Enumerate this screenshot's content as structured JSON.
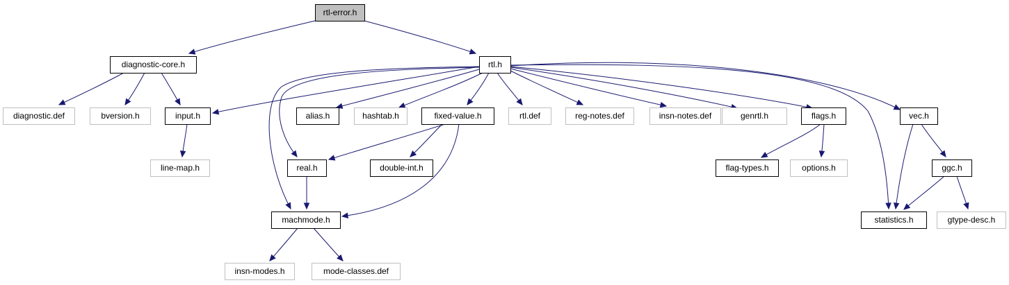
{
  "colors": {
    "edge": "#191970",
    "root_fill": "#bfbfbf",
    "node_fill": "#ffffff",
    "documented_border": "#000000",
    "undocumented_border": "#bfbfbf",
    "text": "#000000"
  },
  "nodes": [
    {
      "id": "rtl-error",
      "label": "rtl-error.h",
      "kind": "root"
    },
    {
      "id": "diagnostic-core",
      "label": "diagnostic-core.h",
      "kind": "documented"
    },
    {
      "id": "rtl",
      "label": "rtl.h",
      "kind": "documented"
    },
    {
      "id": "diagnostic-def",
      "label": "diagnostic.def",
      "kind": "undocumented"
    },
    {
      "id": "bversion",
      "label": "bversion.h",
      "kind": "undocumented"
    },
    {
      "id": "input",
      "label": "input.h",
      "kind": "documented"
    },
    {
      "id": "line-map",
      "label": "line-map.h",
      "kind": "undocumented"
    },
    {
      "id": "alias",
      "label": "alias.h",
      "kind": "documented"
    },
    {
      "id": "hashtab",
      "label": "hashtab.h",
      "kind": "undocumented"
    },
    {
      "id": "fixed-value",
      "label": "fixed-value.h",
      "kind": "documented"
    },
    {
      "id": "rtl-def",
      "label": "rtl.def",
      "kind": "undocumented"
    },
    {
      "id": "reg-notes",
      "label": "reg-notes.def",
      "kind": "undocumented"
    },
    {
      "id": "insn-notes",
      "label": "insn-notes.def",
      "kind": "undocumented"
    },
    {
      "id": "genrtl",
      "label": "genrtl.h",
      "kind": "undocumented"
    },
    {
      "id": "flags",
      "label": "flags.h",
      "kind": "documented"
    },
    {
      "id": "vec",
      "label": "vec.h",
      "kind": "documented"
    },
    {
      "id": "real",
      "label": "real.h",
      "kind": "documented"
    },
    {
      "id": "double-int",
      "label": "double-int.h",
      "kind": "documented"
    },
    {
      "id": "flag-types",
      "label": "flag-types.h",
      "kind": "documented"
    },
    {
      "id": "options",
      "label": "options.h",
      "kind": "undocumented"
    },
    {
      "id": "ggc",
      "label": "ggc.h",
      "kind": "documented"
    },
    {
      "id": "machmode",
      "label": "machmode.h",
      "kind": "documented"
    },
    {
      "id": "statistics",
      "label": "statistics.h",
      "kind": "documented"
    },
    {
      "id": "gtype-desc",
      "label": "gtype-desc.h",
      "kind": "undocumented"
    },
    {
      "id": "insn-modes",
      "label": "insn-modes.h",
      "kind": "undocumented"
    },
    {
      "id": "mode-classes",
      "label": "mode-classes.def",
      "kind": "undocumented"
    }
  ],
  "edges": [
    {
      "from": "rtl-error",
      "to": "diagnostic-core"
    },
    {
      "from": "rtl-error",
      "to": "rtl"
    },
    {
      "from": "diagnostic-core",
      "to": "diagnostic-def"
    },
    {
      "from": "diagnostic-core",
      "to": "bversion"
    },
    {
      "from": "diagnostic-core",
      "to": "input"
    },
    {
      "from": "input",
      "to": "line-map"
    },
    {
      "from": "rtl",
      "to": "input"
    },
    {
      "from": "rtl",
      "to": "alias"
    },
    {
      "from": "rtl",
      "to": "hashtab"
    },
    {
      "from": "rtl",
      "to": "fixed-value"
    },
    {
      "from": "rtl",
      "to": "rtl-def"
    },
    {
      "from": "rtl",
      "to": "reg-notes"
    },
    {
      "from": "rtl",
      "to": "insn-notes"
    },
    {
      "from": "rtl",
      "to": "genrtl"
    },
    {
      "from": "rtl",
      "to": "flags"
    },
    {
      "from": "rtl",
      "to": "vec"
    },
    {
      "from": "rtl",
      "to": "real"
    },
    {
      "from": "rtl",
      "to": "machmode"
    },
    {
      "from": "rtl",
      "to": "statistics"
    },
    {
      "from": "fixed-value",
      "to": "real"
    },
    {
      "from": "fixed-value",
      "to": "double-int"
    },
    {
      "from": "fixed-value",
      "to": "machmode"
    },
    {
      "from": "real",
      "to": "machmode"
    },
    {
      "from": "flags",
      "to": "flag-types"
    },
    {
      "from": "flags",
      "to": "options"
    },
    {
      "from": "vec",
      "to": "statistics"
    },
    {
      "from": "vec",
      "to": "ggc"
    },
    {
      "from": "ggc",
      "to": "statistics"
    },
    {
      "from": "ggc",
      "to": "gtype-desc"
    },
    {
      "from": "machmode",
      "to": "insn-modes"
    },
    {
      "from": "machmode",
      "to": "mode-classes"
    }
  ]
}
